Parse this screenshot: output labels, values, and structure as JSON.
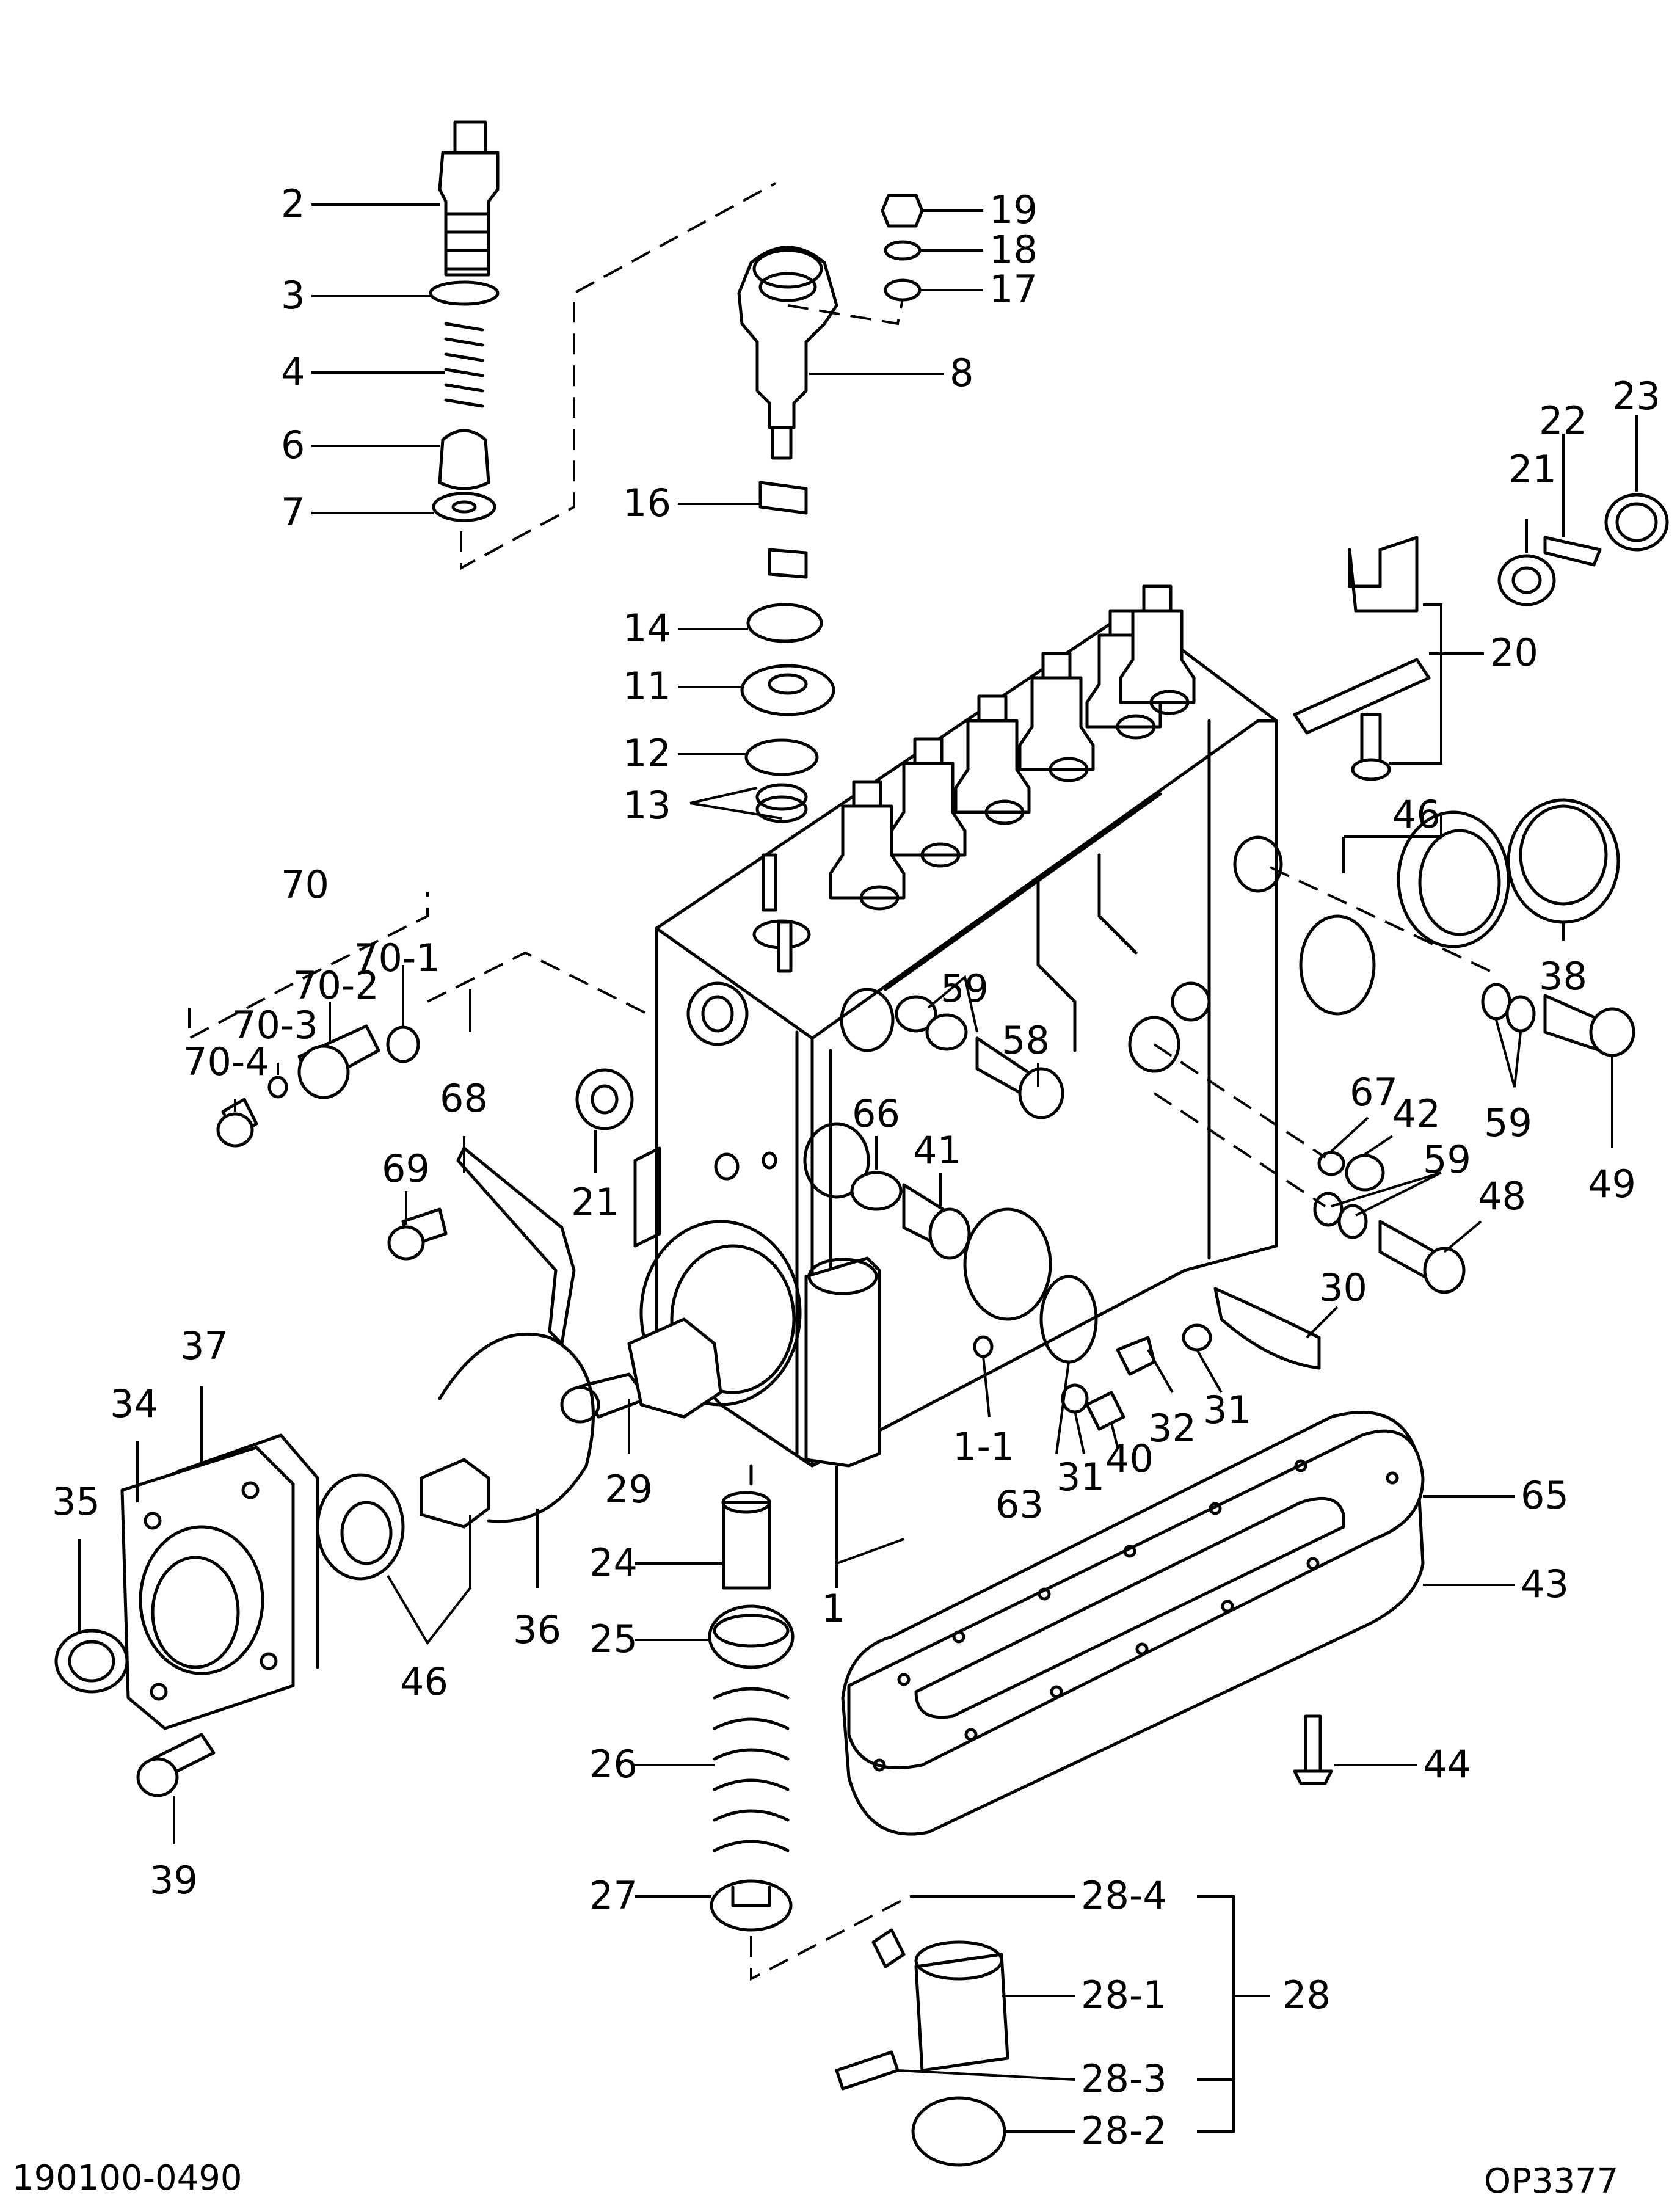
{
  "doc": {
    "part_number": "190100-0490",
    "figure_code": "OP3377"
  },
  "callouts": {
    "c1": "1",
    "c1_1": "1-1",
    "c2": "2",
    "c3": "3",
    "c4": "4",
    "c6": "6",
    "c7": "7",
    "c8": "8",
    "c11": "11",
    "c12": "12",
    "c13": "13",
    "c14": "14",
    "c16": "16",
    "c17": "17",
    "c18": "18",
    "c19": "19",
    "c20": "20",
    "c21a": "21",
    "c21b": "21",
    "c22": "22",
    "c23": "23",
    "c24": "24",
    "c25": "25",
    "c26": "26",
    "c27": "27",
    "c28": "28",
    "c28_1": "28-1",
    "c28_2": "28-2",
    "c28_3": "28-3",
    "c28_4": "28-4",
    "c29": "29",
    "c30": "30",
    "c31a": "31",
    "c31b": "31",
    "c32": "32",
    "c34": "34",
    "c35": "35",
    "c36": "36",
    "c37": "37",
    "c38": "38",
    "c39": "39",
    "c40": "40",
    "c41": "41",
    "c42": "42",
    "c43": "43",
    "c44": "44",
    "c46a": "46",
    "c46b": "46",
    "c48": "48",
    "c49": "49",
    "c58": "58",
    "c59a": "59",
    "c59b": "59",
    "c59c": "59",
    "c63": "63",
    "c65": "65",
    "c66": "66",
    "c67": "67",
    "c68": "68",
    "c69": "69",
    "c70": "70",
    "c70_1": "70-1",
    "c70_2": "70-2",
    "c70_3": "70-3",
    "c70_4": "70-4"
  }
}
